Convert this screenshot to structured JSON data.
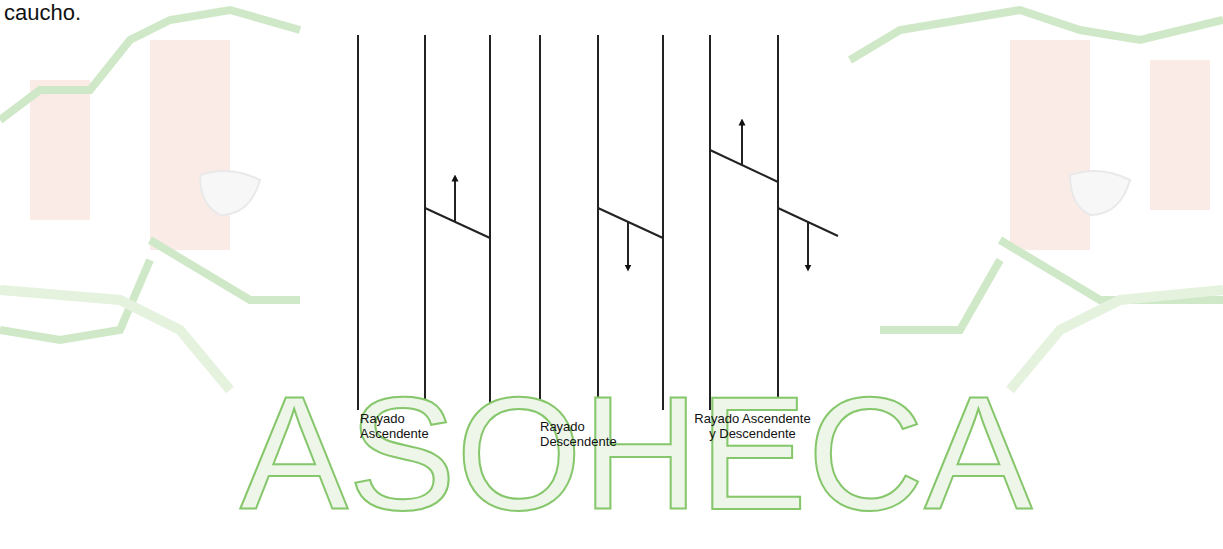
{
  "diagram": {
    "labels": [
      "caucho.",
      "Rayado Ascendente",
      "Rayado Descendente",
      "Rayado Ascendente y Descendente",
      "ASOHECA"
    ]
  }
}
